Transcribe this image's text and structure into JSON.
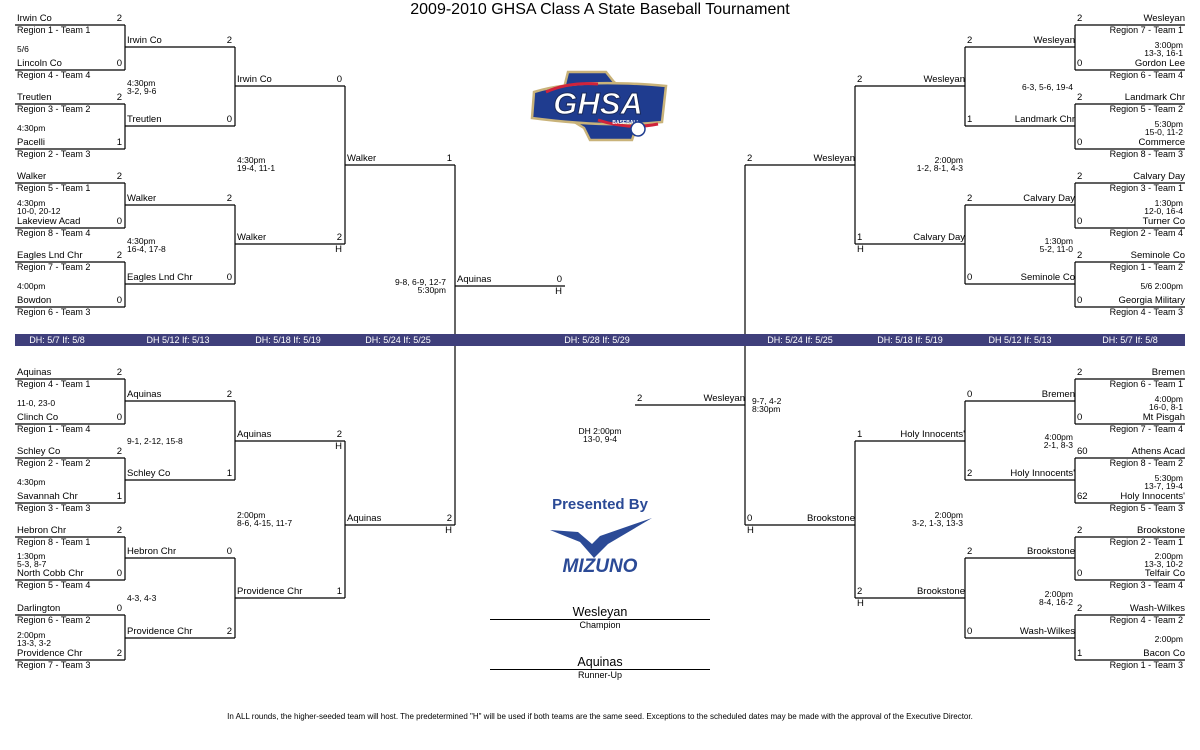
{
  "title": "2009-2010 GHSA Class A State Baseball Tournament",
  "band_labels": [
    "DH: 5/7 If: 5/8",
    "DH 5/12 If: 5/13",
    "DH: 5/18 If: 5/19",
    "DH: 5/24 If: 5/25",
    "DH: 5/28 If: 5/29",
    "DH: 5/24 If: 5/25",
    "DH: 5/18 If: 5/19",
    "DH 5/12 If: 5/13",
    "DH: 5/7 If: 5/8"
  ],
  "colors": {
    "band": "#3f3f7b",
    "ghsa_blue": "#1f3c8f",
    "ghsa_red": "#d0233b",
    "ghsa_gold": "#c9b37a",
    "mizuno_blue": "#2b4a96"
  },
  "logos": {
    "ghsa": "GHSA",
    "ghsa_sub": "BASEBALL",
    "sponsor_caption": "Presented By",
    "sponsor": "MIZUNO"
  },
  "quads": {
    "lt": {
      "r1": [
        {
          "team": "Irwin Co",
          "score": "2",
          "seed": "Region 1 - Team 1"
        },
        {
          "team": "Lincoln Co",
          "score": "0",
          "seed": "Region 4 - Team 4"
        },
        {
          "team": "Treutlen",
          "score": "2",
          "seed": "Region 3 - Team 2"
        },
        {
          "team": "Pacelli",
          "score": "1",
          "seed": "Region 2 - Team 3"
        },
        {
          "team": "Walker",
          "score": "2",
          "seed": "Region 5 - Team 1"
        },
        {
          "team": "Lakeview Acad",
          "score": "0",
          "seed": "Region 8 - Team 4"
        },
        {
          "team": "Eagles Lnd Chr",
          "score": "2",
          "seed": "Region 7 - Team 2"
        },
        {
          "team": "Bowdon",
          "score": "0",
          "seed": "Region 6 - Team 3"
        }
      ],
      "r1_notes": [
        "5/6",
        "4:30pm",
        "4:30pm\n10-0, 20-12",
        "4:00pm"
      ],
      "r2": [
        {
          "team": "Irwin Co",
          "score": "2"
        },
        {
          "team": "Treutlen",
          "score": "0"
        },
        {
          "team": "Walker",
          "score": "2"
        },
        {
          "team": "Eagles Lnd Chr",
          "score": "0"
        }
      ],
      "r2_notes": [
        "4:30pm\n3-2, 9-6",
        "4:30pm\n16-4, 17-8"
      ],
      "r3": [
        {
          "team": "Irwin Co",
          "score": "0"
        },
        {
          "team": "Walker",
          "score": "2",
          "home": "H"
        }
      ],
      "r3_note": "4:30pm\n19-4, 11-1",
      "r4": {
        "team": "Walker",
        "score": "1"
      }
    },
    "lb": {
      "r1": [
        {
          "team": "Aquinas",
          "score": "2",
          "seed": "Region 4 - Team 1"
        },
        {
          "team": "Clinch Co",
          "score": "0",
          "seed": "Region 1 - Team 4"
        },
        {
          "team": "Schley Co",
          "score": "2",
          "seed": "Region 2 - Team 2"
        },
        {
          "team": "Savannah Chr",
          "score": "1",
          "seed": "Region 3 - Team 3"
        },
        {
          "team": "Hebron Chr",
          "score": "2",
          "seed": "Region 8 - Team 1"
        },
        {
          "team": "North Cobb Chr",
          "score": "0",
          "seed": "Region 5 - Team 4"
        },
        {
          "team": "Darlington",
          "score": "0",
          "seed": "Region 6 - Team 2"
        },
        {
          "team": "Providence Chr",
          "score": "2",
          "seed": "Region 7 - Team 3"
        }
      ],
      "r1_notes": [
        "11-0, 23-0",
        "4:30pm",
        "1:30pm\n5-3, 8-7",
        "2:00pm\n13-3, 3-2"
      ],
      "r2": [
        {
          "team": "Aquinas",
          "score": "2"
        },
        {
          "team": "Schley Co",
          "score": "1"
        },
        {
          "team": "Hebron Chr",
          "score": "0"
        },
        {
          "team": "Providence Chr",
          "score": "2"
        }
      ],
      "r2_notes": [
        "9-1, 2-12, 15-8",
        "4-3, 4-3"
      ],
      "r3": [
        {
          "team": "Aquinas",
          "score": "2",
          "home": "H"
        },
        {
          "team": "Providence Chr",
          "score": "1"
        }
      ],
      "r3_note": "2:00pm\n8-6, 4-15, 11-7",
      "r4": {
        "team": "Aquinas",
        "score": "2",
        "home": "H"
      }
    },
    "rt": {
      "r1": [
        {
          "team": "Wesleyan",
          "score": "2",
          "seed": "Region 7 - Team 1"
        },
        {
          "team": "Gordon Lee",
          "score": "0",
          "seed": "Region 6 - Team 4"
        },
        {
          "team": "Landmark Chr",
          "score": "2",
          "seed": "Region 5 - Team 2"
        },
        {
          "team": "Commerce",
          "score": "0",
          "seed": "Region 8 - Team 3"
        },
        {
          "team": "Calvary Day",
          "score": "2",
          "seed": "Region 3 - Team 1"
        },
        {
          "team": "Turner Co",
          "score": "0",
          "seed": "Region 2 - Team 4"
        },
        {
          "team": "Seminole Co",
          "score": "2",
          "seed": "Region 1 - Team 2"
        },
        {
          "team": "Georgia Military",
          "score": "0",
          "seed": "Region 4 - Team 3"
        }
      ],
      "r1_notes": [
        "3:00pm\n13-3, 16-1",
        "5:30pm\n15-0, 11-2",
        "1:30pm\n12-0, 16-4",
        "5/6 2:00pm"
      ],
      "r2": [
        {
          "team": "Wesleyan",
          "score": "2"
        },
        {
          "team": "Landmark Chr",
          "score": "1"
        },
        {
          "team": "Calvary Day",
          "score": "2"
        },
        {
          "team": "Seminole Co",
          "score": "0"
        }
      ],
      "r2_notes": [
        "6-3, 5-6, 19-4",
        "1:30pm\n5-2, 11-0"
      ],
      "r3": [
        {
          "team": "Wesleyan",
          "score": "2"
        },
        {
          "team": "Calvary Day",
          "score": "1",
          "home": "H"
        }
      ],
      "r3_note": "2:00pm\n1-2, 8-1, 4-3",
      "r4": {
        "team": "Wesleyan",
        "score": "2"
      }
    },
    "rb": {
      "r1": [
        {
          "team": "Bremen",
          "score": "2",
          "seed": "Region 6 - Team 1"
        },
        {
          "team": "Mt Pisgah",
          "score": "0",
          "seed": "Region 7 - Team 4"
        },
        {
          "team": "Athens Acad",
          "score": "60",
          "seed": "Region 8 - Team 2"
        },
        {
          "team": "Holy Innocents'",
          "score": "62",
          "seed": "Region 5 - Team 3"
        },
        {
          "team": "Brookstone",
          "score": "2",
          "seed": "Region 2 - Team 1"
        },
        {
          "team": "Telfair Co",
          "score": "0",
          "seed": "Region 3 - Team 4"
        },
        {
          "team": "Wash-Wilkes",
          "score": "2",
          "seed": "Region 4 - Team 2"
        },
        {
          "team": "Bacon Co",
          "score": "1",
          "seed": "Region 1 - Team 3"
        }
      ],
      "r1_notes": [
        "4:00pm\n16-0, 8-1",
        "5:30pm\n13-7, 19-4",
        "2:00pm\n13-3, 10-2",
        "2:00pm"
      ],
      "r2": [
        {
          "team": "Bremen",
          "score": "0"
        },
        {
          "team": "Holy Innocents'",
          "score": "2"
        },
        {
          "team": "Brookstone",
          "score": "2"
        },
        {
          "team": "Wash-Wilkes",
          "score": "0"
        }
      ],
      "r2_notes": [
        "4:00pm\n2-1, 8-3",
        "2:00pm\n8-4, 16-2"
      ],
      "r3": [
        {
          "team": "Holy Innocents'",
          "score": "1"
        },
        {
          "team": "Brookstone",
          "score": "2",
          "home": "H"
        }
      ],
      "r3_note": "2:00pm\n3-2, 1-3, 13-3",
      "r4": {
        "team": "Brookstone",
        "score": "0",
        "home": "H"
      }
    }
  },
  "semis": {
    "left_note": "9-8, 6-9, 12-7\n5:30pm",
    "right_note": "9-7, 4-2\n8:30pm"
  },
  "final": {
    "left": {
      "team": "Aquinas",
      "score": "0",
      "home": "H"
    },
    "right": {
      "team": "Wesleyan",
      "score": "2"
    },
    "note": "DH 2:00pm\n13-0, 9-4"
  },
  "champion": {
    "team": "Wesleyan",
    "label": "Champion"
  },
  "runner_up": {
    "team": "Aquinas",
    "label": "Runner-Up"
  },
  "footer": "In ALL rounds, the higher-seeded team will host.  The predetermined \"H\" will be used if both teams are the same seed.  Exceptions to the scheduled dates may be made with the approval of the Executive Director."
}
